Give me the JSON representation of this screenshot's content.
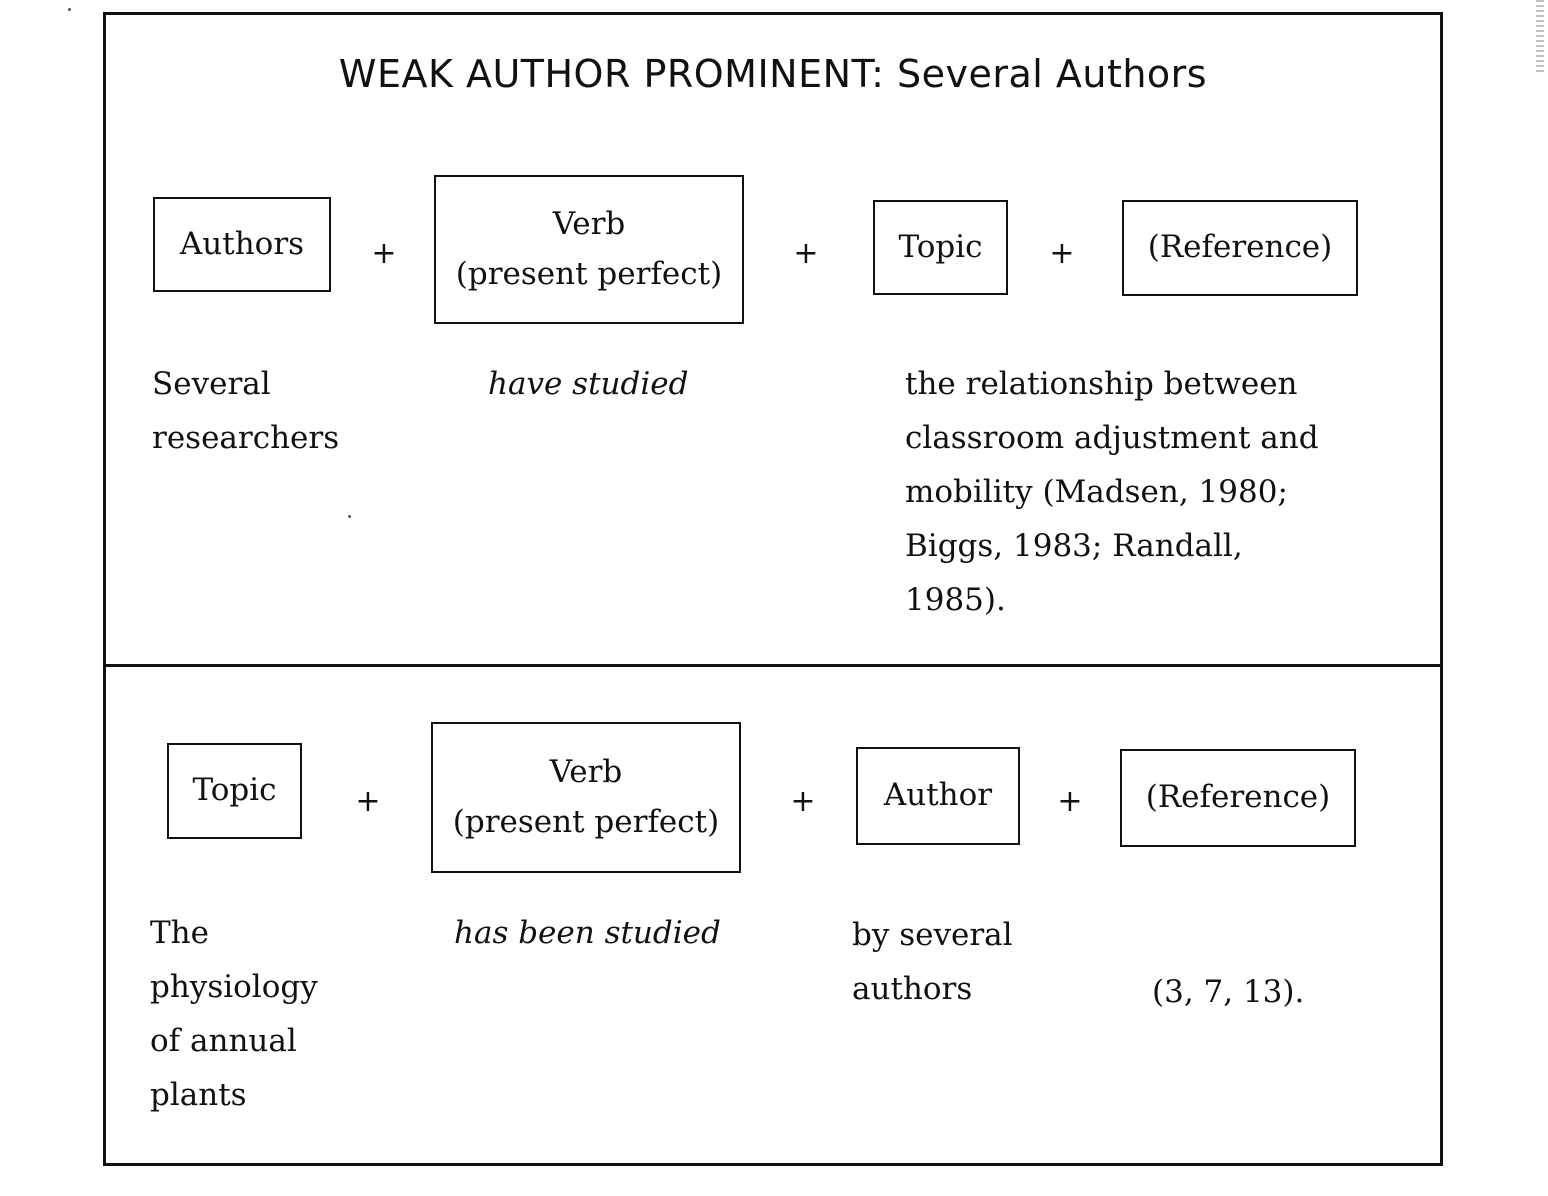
{
  "title": "WEAK AUTHOR PROMINENT: Several Authors",
  "panel1": {
    "boxes": {
      "authors": "Authors",
      "verb_line1": "Verb",
      "verb_line2": "(present perfect)",
      "topic": "Topic",
      "reference": "(Reference)"
    },
    "plus": "+",
    "example": {
      "authors_lines": [
        "Several",
        "researchers"
      ],
      "verb": "have studied",
      "topic_lines": [
        "the relationship between",
        "classroom adjustment and",
        "mobility (Madsen, 1980;",
        "Biggs, 1983; Randall,",
        "1985)."
      ]
    }
  },
  "panel2": {
    "boxes": {
      "topic": "Topic",
      "verb_line1": "Verb",
      "verb_line2": "(present perfect)",
      "author": "Author",
      "reference": "(Reference)"
    },
    "plus": "+",
    "example": {
      "topic_lines": [
        "The",
        "physiology",
        "of annual",
        "plants"
      ],
      "verb": "has been studied",
      "author_lines": [
        "by several",
        "authors"
      ],
      "reference": "(3, 7, 13)."
    }
  }
}
